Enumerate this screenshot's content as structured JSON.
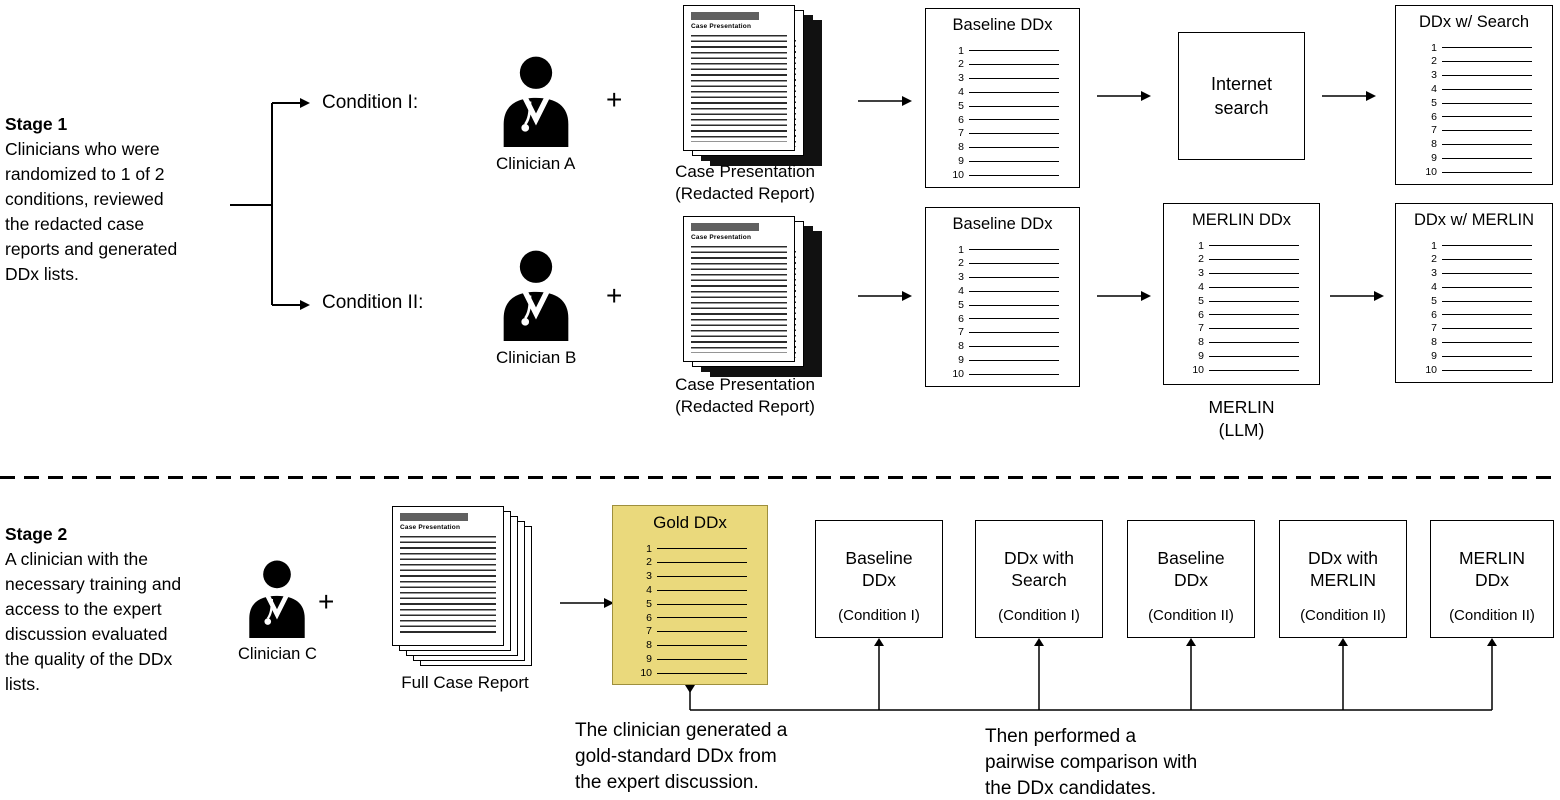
{
  "colors": {
    "gold_box_bg": "#EAD97C",
    "gold_box_border": "#9E8F3D",
    "page_header_bar": "#606060",
    "line_color": "#000000"
  },
  "ddx_list_numbers": [
    "1",
    "2",
    "3",
    "4",
    "5",
    "6",
    "7",
    "8",
    "9",
    "10"
  ],
  "doc_page_header": "Case Presentation",
  "stage1": {
    "heading": "Stage 1",
    "description": "Clinicians who were\nrandomized to 1 of 2\nconditions, reviewed\nthe redacted case\nreports and generated\nDDx lists.",
    "condition1_label": "Condition I:",
    "condition2_label": "Condition II:",
    "plus": "+",
    "clinician_a_label": "Clinician A",
    "clinician_b_label": "Clinician B",
    "case_presentation_caption": "Case Presentation\n(Redacted Report)",
    "baseline_ddx_title": "Baseline DDx",
    "internet_search_label": "Internet\nsearch",
    "ddx_w_search_title": "DDx w/ Search",
    "merlin_ddx_title": "MERLIN DDx",
    "merlin_llm_caption": "MERLIN\n(LLM)",
    "ddx_w_merlin_title": "DDx w/ MERLIN"
  },
  "stage2": {
    "heading": "Stage 2",
    "description": "A clinician with the\nnecessary training and\naccess to the expert\ndiscussion evaluated\nthe quality of the DDx\nlists.",
    "plus": "+",
    "clinician_c_label": "Clinician C",
    "full_case_report_caption": "Full Case Report",
    "gold_ddx_title": "Gold DDx",
    "candidates": [
      {
        "title": "Baseline\nDDx",
        "condition": "(Condition I)"
      },
      {
        "title": "DDx with\nSearch",
        "condition": "(Condition I)"
      },
      {
        "title": "Baseline\nDDx",
        "condition": "(Condition II)"
      },
      {
        "title": "DDx with\nMERLIN",
        "condition": "(Condition II)"
      },
      {
        "title": "MERLIN\nDDx",
        "condition": "(Condition II)"
      }
    ],
    "caption_gold": "The clinician generated a\ngold-standard DDx from\nthe expert discussion.",
    "caption_pairwise": "Then performed a\npairwise comparison with\nthe DDx candidates."
  }
}
